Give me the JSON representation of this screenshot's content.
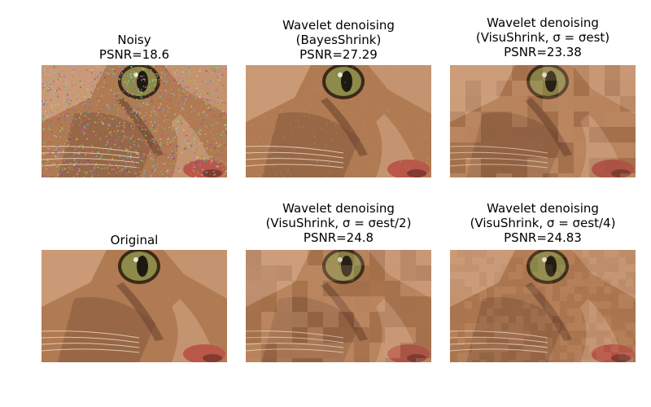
{
  "panels": [
    {
      "id": "noisy",
      "lines": [
        "Noisy",
        "PSNR=18.6"
      ],
      "variant": "noisy"
    },
    {
      "id": "bayes",
      "lines": [
        "Wavelet denoising",
        "(BayesShrink)",
        "PSNR=27.29"
      ],
      "variant": "smooth"
    },
    {
      "id": "visu1",
      "lines": [
        "Wavelet denoising",
        "(VisuShrink, σ = σest)",
        "PSNR=23.38"
      ],
      "variant": "blocky"
    },
    {
      "id": "original",
      "lines": [
        "Original"
      ],
      "variant": "original"
    },
    {
      "id": "visu2",
      "lines": [
        "Wavelet denoising",
        "(VisuShrink, σ = σest/2)",
        "PSNR=24.8"
      ],
      "variant": "blocky"
    },
    {
      "id": "visu4",
      "lines": [
        "Wavelet denoising",
        "(VisuShrink, σ = σest/4)",
        "PSNR=24.83"
      ],
      "variant": "mild"
    }
  ],
  "colors": {
    "fur_base": "#b07a52",
    "fur_dark": "#6e4530",
    "fur_light": "#d6a888",
    "eye_iris": "#8d8a4a",
    "eye_pupil": "#1c1a10",
    "nose": "#b8574a"
  }
}
